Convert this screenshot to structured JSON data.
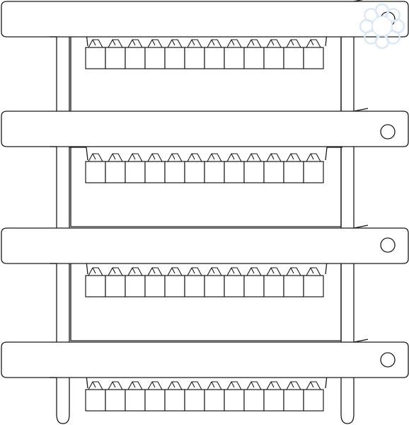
{
  "drawing": {
    "subject": "marker-carrier-sheet",
    "line_color": "#1a1a1a",
    "background": "#ffffff",
    "carrier_count": 4,
    "cells_per_carrier": 12,
    "tab_holes": 4
  },
  "watermark": {
    "icon": "flower-logo-icon",
    "color": "#dbe8f6"
  }
}
